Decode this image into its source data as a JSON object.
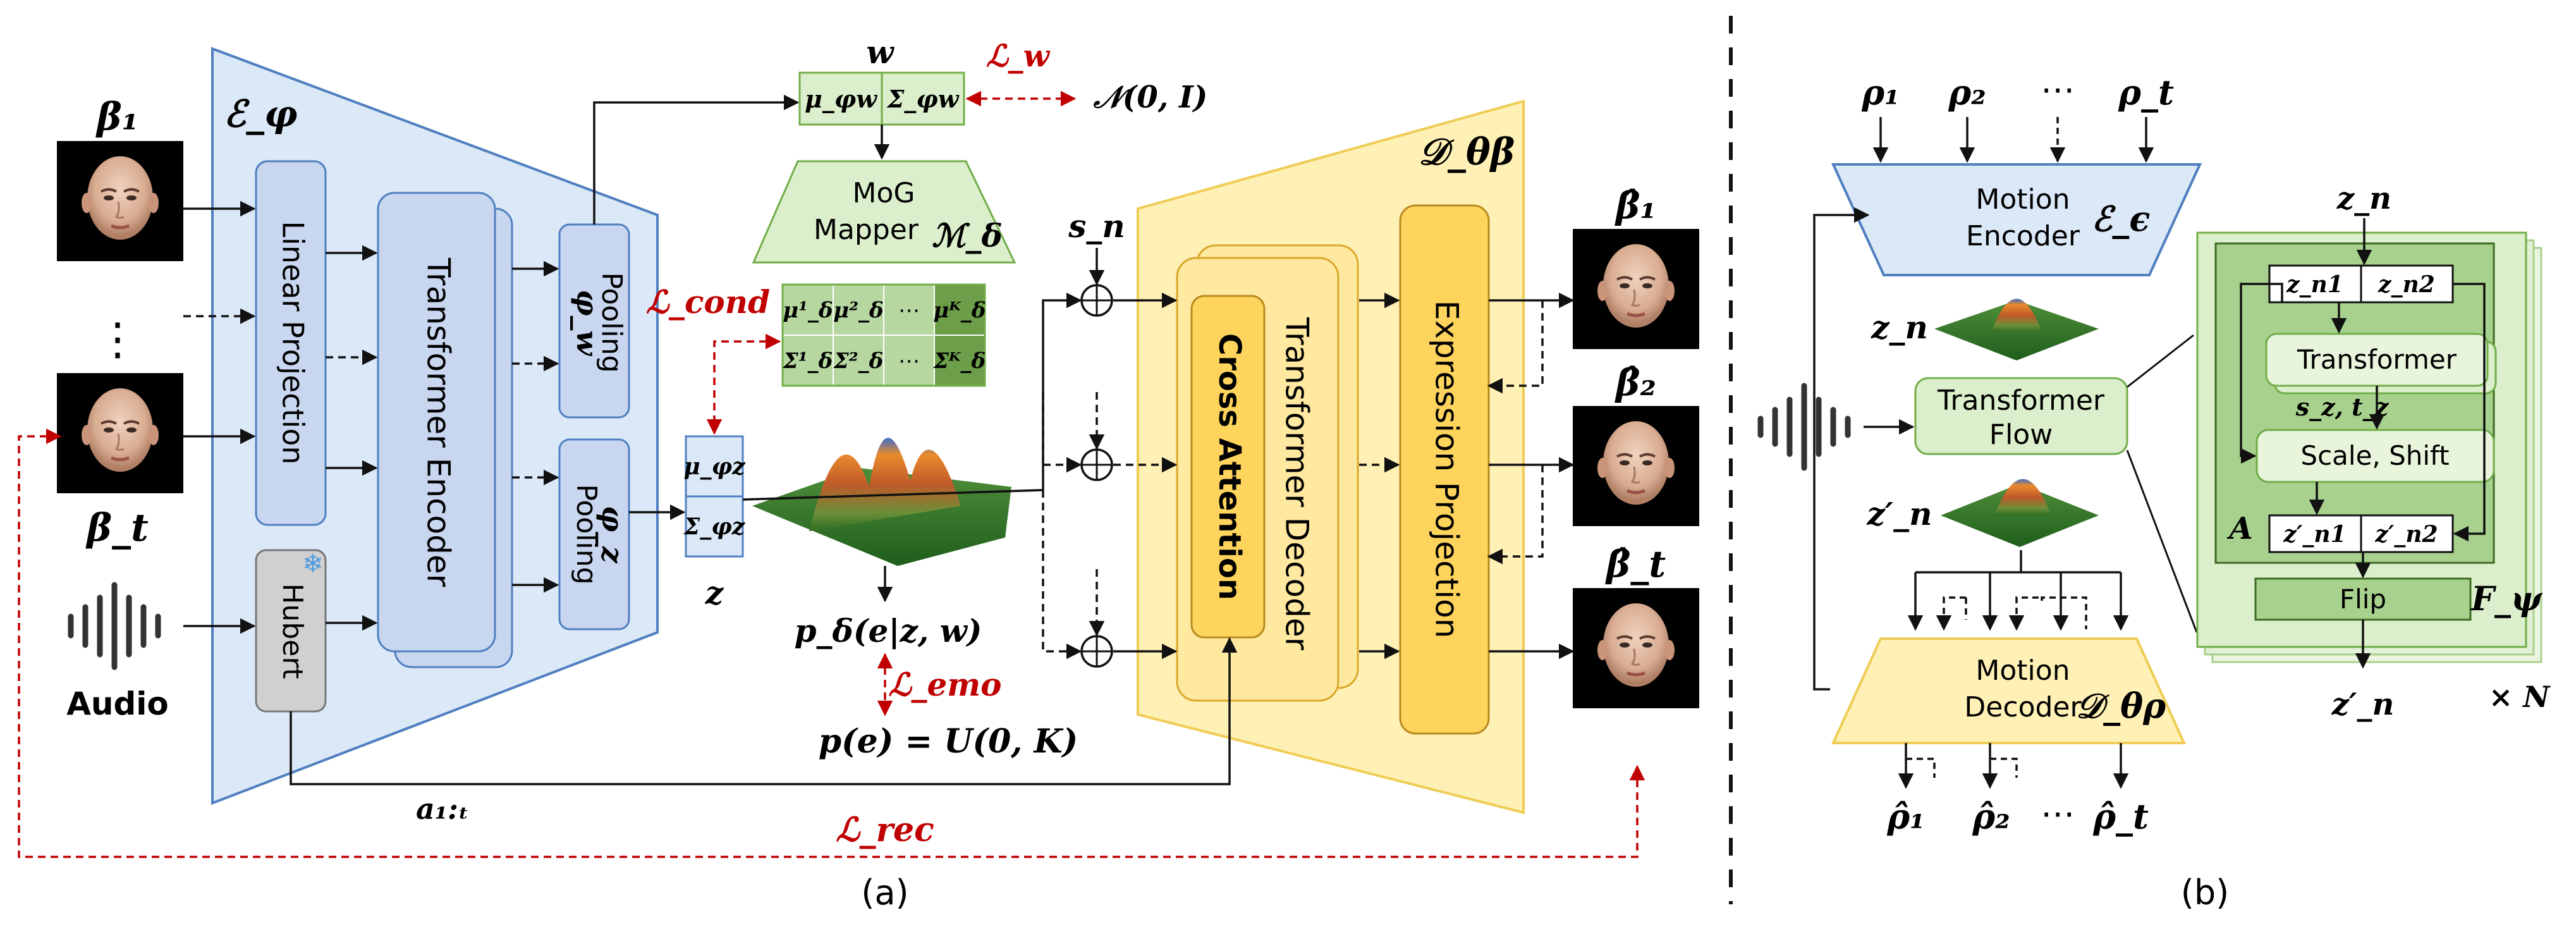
{
  "colors": {
    "blue_fill": "#dbe8f7",
    "blue_stroke": "#4f7fc0",
    "block_fill": "#c8d7ef",
    "yellow_fill": "#fff0b5",
    "yellow_stroke": "#efcc55",
    "green_fill": "#dcefcc",
    "green_stroke": "#70ad47",
    "green_dark": "#6d9f4a",
    "loss_red": "#c00000"
  },
  "panel_a": {
    "caption": "(a)",
    "inputs": {
      "beta_1": "β₁",
      "beta_t": "β_t",
      "audio_label": "Audio"
    },
    "encoder": {
      "symbol": "ℰ_φ",
      "linear_projection": "Linear Projection",
      "transformer_encoder": "Transformer Encoder",
      "hubert": "Hubert",
      "pooling_w_top": "φ_w",
      "pooling_w_label": "Pooling",
      "pooling_z_label": "Pooling",
      "pooling_z_bottom": "φ_z"
    },
    "latent_w": {
      "label": "w",
      "mu": "μ_φw",
      "sigma": "Σ_φw",
      "prior": "𝒩(0, I)",
      "loss": "ℒ_w"
    },
    "mapper": {
      "line1": "MoG",
      "line2": "Mapper",
      "symbol": "ℳ_δ"
    },
    "mog_grid": {
      "row1": [
        "μ¹_δ",
        "μ²_δ",
        "⋯",
        "μᴷ_δ"
      ],
      "row2": [
        "Σ¹_δ",
        "Σ²_δ",
        "⋯",
        "Σᴷ_δ"
      ]
    },
    "loss_cond": "ℒ_cond",
    "latent_z": {
      "mu": "μ_φz",
      "sigma": "Σ_φz",
      "label": "z"
    },
    "posterior": "p_δ(e|z, w)",
    "loss_emo": "ℒ_emo",
    "prior_e": "p(e) = U(0, K)",
    "audio_feat": "a₁:ₜ",
    "s_n": "s_n",
    "decoder": {
      "symbol": "𝒟_θβ",
      "cross_attention": "Cross Attention",
      "transformer_decoder": "Transformer Decoder",
      "expression_projection": "Expression Projection"
    },
    "outputs": [
      "β̂₁",
      "β̂₂",
      "β̂_t"
    ],
    "loss_rec": "ℒ_rec"
  },
  "panel_b": {
    "caption": "(b)",
    "inputs": [
      "ρ₁",
      "ρ₂",
      "⋯",
      "ρ_t"
    ],
    "motion_encoder": {
      "line1": "Motion",
      "line2": "Encoder",
      "symbol": "ℰ_ϵ"
    },
    "z_n": "z_n",
    "z_n_prime": "z′_n",
    "flow": {
      "line1": "Transformer",
      "line2": "Flow"
    },
    "motion_decoder": {
      "line1": "Motion",
      "line2": "Decoder",
      "symbol": "𝒟_θρ"
    },
    "outputs": [
      "ρ̂₁",
      "ρ̂₂",
      "⋯",
      "ρ̂_t"
    ],
    "flow_detail": {
      "input": "z_n",
      "split": [
        "z_n1",
        "z_n2"
      ],
      "transformer": "Transformer",
      "s_t": "s_z, t_z",
      "scale_shift": "Scale, Shift",
      "A": "A",
      "out_split": [
        "z′_n1",
        "z′_n2"
      ],
      "flip": "Flip",
      "F": "F_ψ",
      "output": "z′_n",
      "repeat": "× N"
    }
  }
}
